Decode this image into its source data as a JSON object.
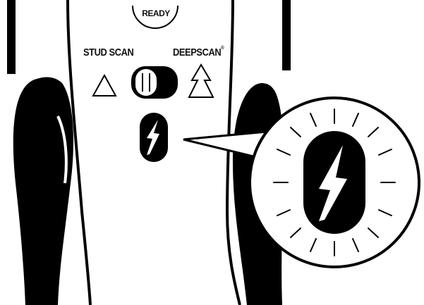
{
  "device": {
    "ready_label": "READY",
    "stud_scan_label": "STUD SCAN",
    "deepscan_label": "DEEPSCAN",
    "deepscan_mark": "®"
  },
  "icons": {
    "ready": "ready-indicator-icon",
    "stud_scan": "triangle-icon",
    "deepscan": "double-triangle-icon",
    "mode_switch": "mode-slide-switch-icon",
    "ac_warning": "lightning-bolt-icon",
    "ac_warning_magnified": "glowing-lightning-bolt-icon"
  },
  "colors": {
    "outline": "#000000",
    "background": "#ffffff"
  }
}
